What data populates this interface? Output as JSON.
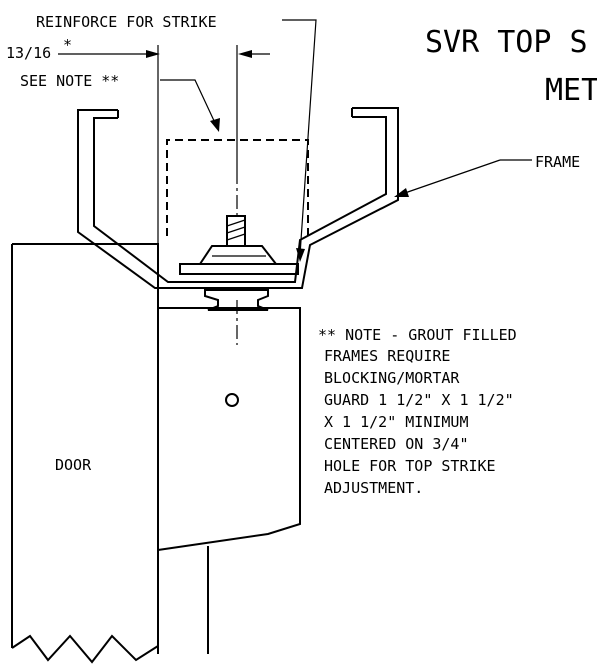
{
  "title": {
    "line1": "SVR TOP S",
    "line2": "MET"
  },
  "labels": {
    "reinforce": "REINFORCE FOR STRIKE",
    "dimension": "13/16",
    "dimension_mark": "*",
    "see_note": "SEE NOTE **",
    "frame": "FRAME",
    "door": "DOOR"
  },
  "note": {
    "lines": [
      "** NOTE - GROUT FILLED",
      "FRAMES REQUIRE",
      "BLOCKING/MORTAR",
      "GUARD 1 1/2\" X 1 1/2\"",
      "X 1 1/2\" MINIMUM",
      "CENTERED ON 3/4\"",
      "HOLE FOR TOP STRIKE",
      "ADJUSTMENT."
    ]
  },
  "colors": {
    "ink": "#000000",
    "paper": "#ffffff"
  }
}
